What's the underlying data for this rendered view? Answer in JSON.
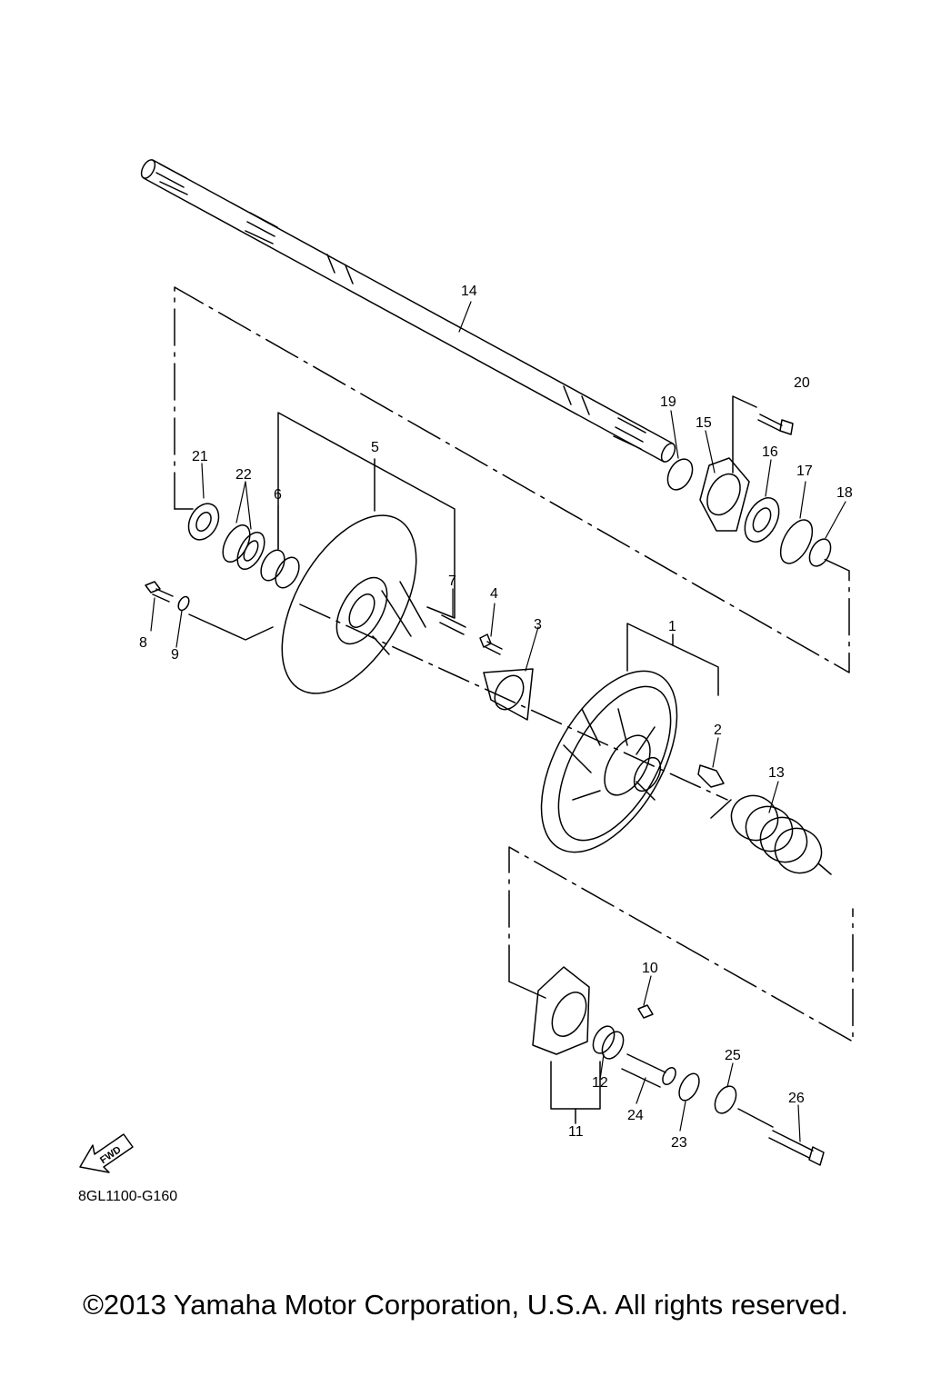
{
  "diagram": {
    "drawing_code": "8GL1100-G160",
    "copyright": "©2013 Yamaha Motor Corporation, U.S.A. All rights reserved.",
    "fwd_label": "FWD",
    "callouts": {
      "n1": "1",
      "n2": "2",
      "n3": "3",
      "n4": "4",
      "n5": "5",
      "n6": "6",
      "n7": "7",
      "n8": "8",
      "n9": "9",
      "n10": "10",
      "n11": "11",
      "n12": "12",
      "n13": "13",
      "n14": "14",
      "n15": "15",
      "n16": "16",
      "n17": "17",
      "n18": "18",
      "n19": "19",
      "n20": "20",
      "n21": "21",
      "n22": "22",
      "n23": "23",
      "n24": "24",
      "n25": "25",
      "n26": "26"
    }
  }
}
